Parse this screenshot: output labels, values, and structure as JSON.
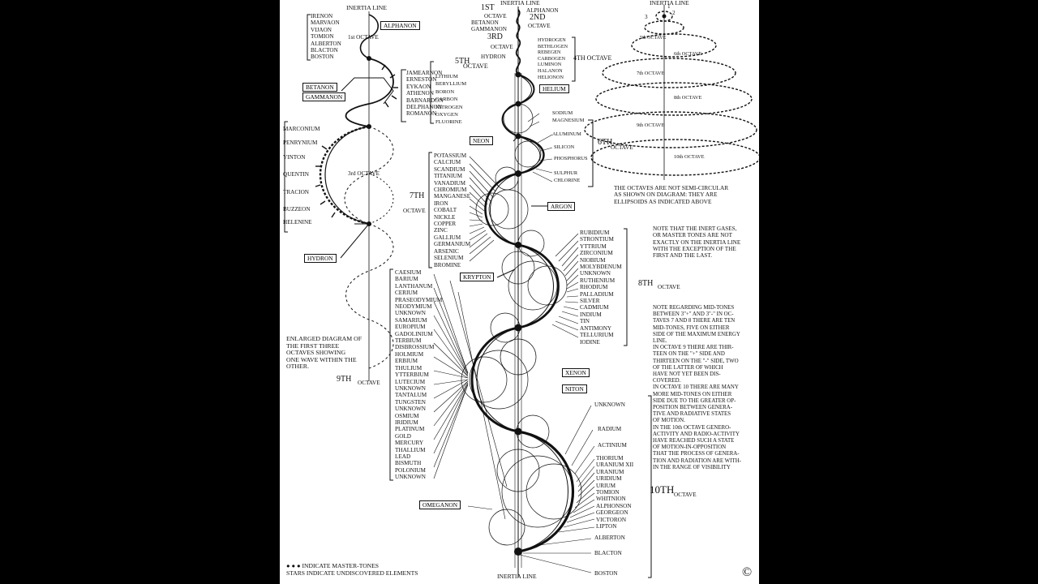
{
  "page": {
    "copyright": "©"
  },
  "inertia_line_labels": {
    "left": "INERTIA LINE",
    "center_top": "INERTIA LINE",
    "right": "INERTIA LINE",
    "bottom": "INERTIA LINE"
  },
  "left_diagram": {
    "first_group": [
      "IRENON",
      "MARVAON",
      "VIJAON",
      "TOMION",
      "ALBERTON",
      "BLACTON",
      "BOSTON"
    ],
    "first_octave": "1st OCTAVE",
    "alphanon": "ALPHANON",
    "boxes": {
      "betanon": "BETANON",
      "gammanon": "GAMMANON",
      "hydron": "HYDRON"
    },
    "second_group": [
      "JAMEARNON",
      "ERNESTON",
      "EYKAON",
      "ATHENON",
      "BARNARDON",
      "DELPHANON",
      "ROMANON"
    ],
    "third_group": [
      "MARCONIUM",
      "PENRYNIUM",
      "VINTON",
      "QUENTIN",
      "TRACION",
      "BUZZEON",
      "HELENINE"
    ],
    "third_octave": "3rd OCTAVE",
    "caption": "ENLARGED DIAGRAM OF\nTHE FIRST THREE\nOCTAVES SHOWING\nONE WAVE WITHIN THE\nOTHER."
  },
  "center": {
    "first": "1ST",
    "octave": "OCTAVE",
    "alphanon": "ALPHANON",
    "betanon_gammanon": [
      "BETANON",
      "GAMMANON"
    ],
    "second": "2ND",
    "octave2": "OCTAVE",
    "third": "3RD",
    "octave3": "OCTAVE",
    "hydron": "HYDRON",
    "fourth_group": [
      "HYDROGEN",
      "BETHLOGEN",
      "REBEGEN",
      "CARBOGEN",
      "LUMINON",
      "HALANON",
      "HELIONON"
    ],
    "fourth_octave": "4TH OCTAVE",
    "helium": "HELIUM",
    "fifth": "5TH",
    "fifth_octave": "OCTAVE",
    "fifth_group": [
      "LITHIUM",
      "BERYLLIUM",
      "BORON",
      "CARBON",
      "NITROGEN",
      "OXYGEN",
      "FLUORINE"
    ],
    "neon": "NEON",
    "sixth_group": [
      "SODIUM",
      "MAGNESIUM",
      "ALUMINUM",
      "SILICON",
      "PHOSPHORUS",
      "SULPHUR",
      "CHLORINE"
    ],
    "sixth": "6TH",
    "sixth_octave": "OCTAVE",
    "seventh": "7TH",
    "seventh_octave": "OCTAVE",
    "seventh_group": [
      "POTASSIUM",
      "CALCIUM",
      "SCANDIUM",
      "TITANIUM",
      "VANADIUM",
      "CHROMIUM",
      "MANGANESE",
      "IRON",
      "COBALT",
      "NICKLE",
      "COPPER",
      "ZINC",
      "GALLIUM",
      "GERMANIUM",
      "ARSENIC",
      "SELENIUM",
      "BROMINE"
    ],
    "argon": "ARGON",
    "krypton": "KRYPTON",
    "eighth_group": [
      "RUBIDIUM",
      "STRONTIUM",
      "YTTRIUM",
      "ZIRCONIUM",
      "NIOBIUM",
      "MOLYBDENUM",
      "UNKNOWN",
      "RUTHENIUM",
      "RHODIUM",
      "PALLADIUM",
      "SILVER",
      "CADMIUM",
      "INDIUM",
      "TIN",
      "ANTIMONY",
      "TELLURIUM",
      "IODINE"
    ],
    "eighth": "8TH",
    "eighth_octave": "OCTAVE",
    "ninth_group": [
      "CAESIUM",
      "BARIUM",
      "LANTHANUM",
      "CERIUM",
      "PRASEODYMIUM",
      "NEODYMIUM",
      "UNKNOWN",
      "SAMARIUM",
      "EUROPIUM",
      "GADOLINIUM",
      "TERBIUM",
      "DISBROSSIUM",
      "HOLMIUM",
      "ERBIUM",
      "THULIUM",
      "YTTERBIUM",
      "LUTECIUM",
      "UNKNOWN",
      "TANTALUM",
      "TUNGSTEN",
      "UNKNOWN",
      "OSMIUM",
      "IRIDIUM",
      "PLATINUM",
      "GOLD",
      "MERCURY",
      "THALLIUM",
      "LEAD",
      "BISMUTH",
      "POLONIUM",
      "UNKNOWN"
    ],
    "ninth": "9TH",
    "ninth_octave": "OCTAVE",
    "xenon": "XENON",
    "niton": "NITON",
    "tenth_group": [
      "UNKNOWN",
      "RADIUM",
      "ACTINIUM",
      "THORIUM",
      "URANIUM XII",
      "URANIUM",
      "URIDIUM",
      "URIUM",
      "TOMION",
      "WHITNION",
      "ALPHONSON",
      "GEORGEON",
      "VICTORON",
      "LIPTON",
      "ALBERTON",
      "BLACTON",
      "BOSTON"
    ],
    "tenth": "10TH",
    "tenth_octave": "OCTAVE",
    "omeganon": "OMEGANON"
  },
  "right_diagram": {
    "nums": [
      "3",
      "2",
      "1"
    ],
    "octaves": [
      "5th OCTAVE",
      "6th OCTAVE",
      "7th OCTAVE",
      "8th OCTAVE",
      "9th OCTAVE",
      "10th OCTAVE"
    ],
    "caption": "THE OCTAVES ARE NOT SEMI-CIRCULAR\nAS SHOWN ON DIAGRAM: THEY ARE\nELLIPSOIDS AS INDICATED ABOVE"
  },
  "notes": {
    "note1": "NOTE THAT THE INERT GASES,\nOR MASTER TONES ARE NOT\nEXACTLY ON THE INERTIA LINE\nWITH THE EXCEPTION OF THE\nFIRST AND THE LAST.",
    "note2": "NOTE REGARDING MID-TONES\nBETWEEN 3\"+\" AND 3\"-\" IN OC-\nTAVES 7 AND 8 THERE ARE TEN\nMID-TONES, FIVE ON EITHER\nSIDE OF THE MAXIMUM ENERGY\nLINE.\nIN OCTAVE 9 THERE ARE THIR-\nTEEN ON THE \"+\" SIDE AND\nTHIRTEEN ON THE \"-\" SIDE, TWO\nOF THE LATTER OF WHICH\nHAVE NOT YET BEEN DIS-\nCOVERED.\nIN OCTAVE 10 THERE ARE MANY\nMORE MID-TONES ON EITHER\nSIDE DUE TO THE GREATER OP-\nPOSITION BETWEEN GENERA-\nTIVE AND RADIATIVE STATES\nOF MOTION.\nIN THE 10th OCTAVE GENERO-\nACTIVITY AND RADIO-ACTIVITY\nHAVE REACHED SUCH A STATE\nOF MOTION-IN-OPPOSITION\nTHAT THE PROCESS OF GENERA-\nTION AND RADIATION ARE WITH-\nIN THE RANGE OF VISIBILITY"
  },
  "legend": {
    "line1": "● ● ● INDICATE MASTER-TONES",
    "line2": "STARS INDICATE UNDISCOVERED ELEMENTS"
  }
}
